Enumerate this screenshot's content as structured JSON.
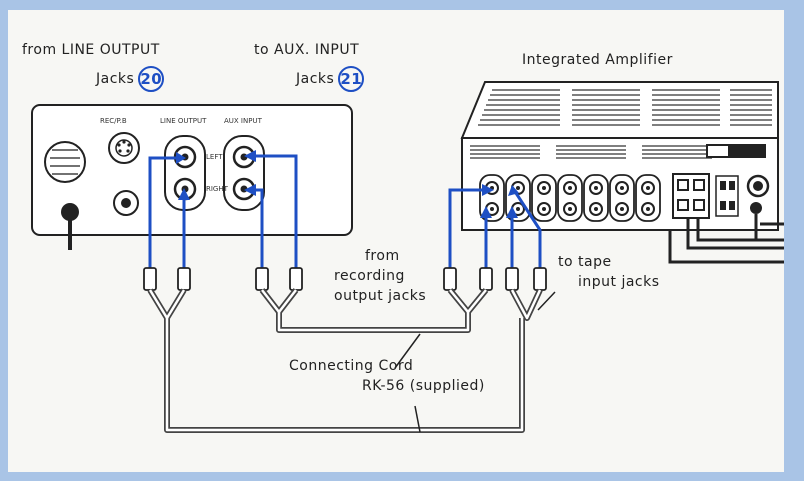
{
  "labels": {
    "from_line_output": "from LINE OUTPUT",
    "line_output_jacks": "Jacks",
    "line_output_num": "20",
    "to_aux_input": "to AUX. INPUT",
    "aux_input_jacks": "Jacks",
    "aux_input_num": "21",
    "integrated_amplifier": "Integrated Amplifier",
    "from_recording_1": "from",
    "from_recording_2": "recording",
    "from_recording_3": "output jacks",
    "to_tape_1": "to tape",
    "to_tape_2": "input jacks",
    "connecting_cord": "Connecting Cord",
    "cord_model": "RK-56 (supplied)"
  },
  "panel_text": {
    "rec_pb": "REC/P.B",
    "line_output": "LINE OUTPUT",
    "aux_input": "AUX INPUT",
    "left": "LEFT",
    "right": "RIGHT"
  },
  "colors": {
    "background": "#a9c4e6",
    "panel": "#ffffff",
    "cable_blue": "#1e4fc4",
    "line_dark": "#222222",
    "number_badge": "#1e4fc4"
  }
}
